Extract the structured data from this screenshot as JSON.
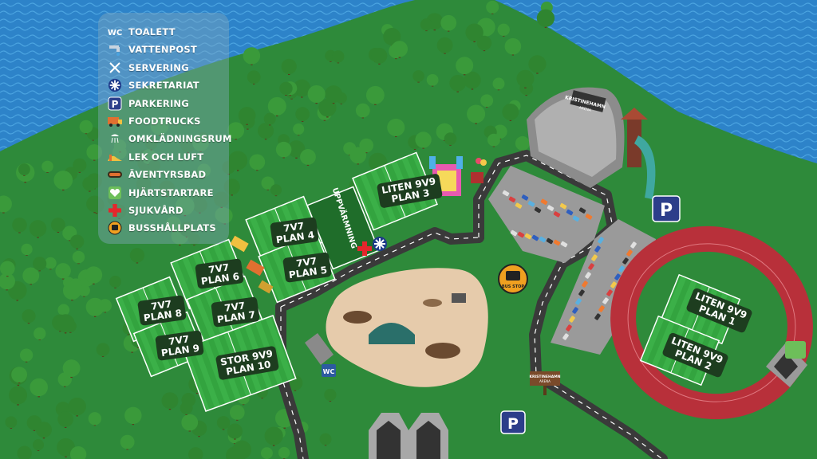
{
  "legend": {
    "items": [
      {
        "label": "TOALETT",
        "icon": "wc-icon",
        "icon_text": "WC"
      },
      {
        "label": "VATTENPOST",
        "icon": "water-tap-icon"
      },
      {
        "label": "SERVERING",
        "icon": "fork-knife-icon"
      },
      {
        "label": "SEKRETARIAT",
        "icon": "secretariat-icon"
      },
      {
        "label": "PARKERING",
        "icon": "parking-icon",
        "icon_text": "P"
      },
      {
        "label": "FOODTRUCKS",
        "icon": "foodtruck-icon"
      },
      {
        "label": "OMKLÄDNINGSRUM",
        "icon": "shower-icon"
      },
      {
        "label": "LEK OCH LUFT",
        "icon": "playground-icon"
      },
      {
        "label": "ÄVENTYRSBAD",
        "icon": "adventure-pool-icon"
      },
      {
        "label": "HJÄRTSTARTARE",
        "icon": "defibrillator-icon"
      },
      {
        "label": "SJUKVÅRD",
        "icon": "first-aid-cross-icon"
      },
      {
        "label": "BUSSHÅLLPLATS",
        "icon": "bus-stop-icon"
      }
    ]
  },
  "fields": {
    "f1_l1": "7V7",
    "f1_l2": "PLAN 4",
    "f2_l1": "7V7",
    "f2_l2": "PLAN 5",
    "f3_l1": "7V7",
    "f3_l2": "PLAN 6",
    "f4_l1": "7V7",
    "f4_l2": "PLAN 7",
    "f5_l1": "7V7",
    "f5_l2": "PLAN 8",
    "f6_l1": "7V7",
    "f6_l2": "PLAN 9",
    "f7_l1": "STOR 9V9",
    "f7_l2": "PLAN 10",
    "f8_l1": "LITEN 9V9",
    "f8_l2": "PLAN 3",
    "f9_l1": "LITEN 9V9",
    "f9_l2": "PLAN 1",
    "f10_l1": "LITEN 9V9",
    "f10_l2": "PLAN 2",
    "warmup": "UPPVÄRMNING"
  },
  "arena": {
    "name": "KRISTINEHAMN",
    "sub": "ARENA"
  },
  "signs": {
    "bus_stop": "BUS STOP",
    "road_sign_l1": "KRISTINEHAMN",
    "road_sign_l2": "ARENA",
    "wc": "WC",
    "parking": "P"
  },
  "colors": {
    "water": "#2d83c9",
    "grass": "#2e8a3a",
    "field": "#33a43f",
    "track": "#b8303a",
    "road": "#3a3a3a",
    "dirt": "#e6cbab"
  }
}
